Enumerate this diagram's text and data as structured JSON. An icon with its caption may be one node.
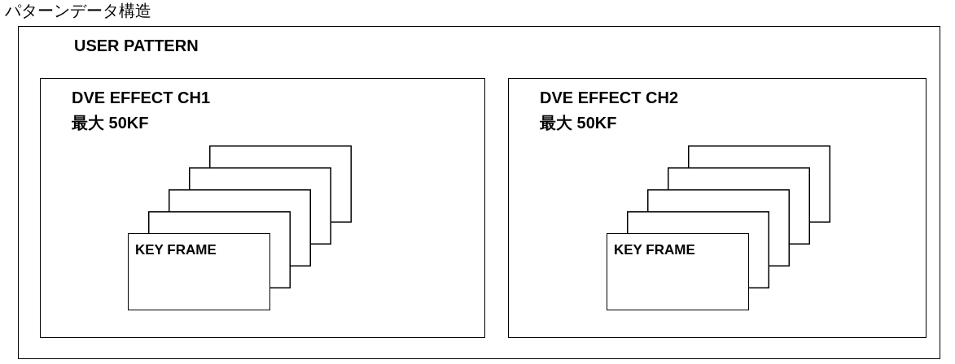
{
  "diagram": {
    "title": "パターンデータ構造",
    "nodes": [
      {
        "text": [
          "USER PATTERN"
        ]
      },
      {
        "text": [
          "DVE EFFECT CH1",
          "最大 50KF"
        ],
        "in": 0
      },
      {
        "text": [],
        "shape": "box",
        "in": 1
      },
      {
        "text": [],
        "shape": "box",
        "in": 1
      },
      {
        "text": [],
        "shape": "box",
        "in": 1
      },
      {
        "text": [],
        "shape": "box",
        "in": 1
      },
      {
        "text": [
          "KEY FRAME"
        ],
        "in": 1
      },
      {
        "text": [
          "DVE EFFECT CH2",
          "最大 50KF"
        ],
        "in": 0
      },
      {
        "text": [],
        "shape": "box",
        "in": 7
      },
      {
        "text": [],
        "shape": "box",
        "in": 7
      },
      {
        "text": [],
        "shape": "box",
        "in": 7
      },
      {
        "text": [],
        "shape": "box",
        "in": 7
      },
      {
        "text": [
          "KEY FRAME"
        ],
        "in": 7
      }
    ],
    "edges": []
  }
}
